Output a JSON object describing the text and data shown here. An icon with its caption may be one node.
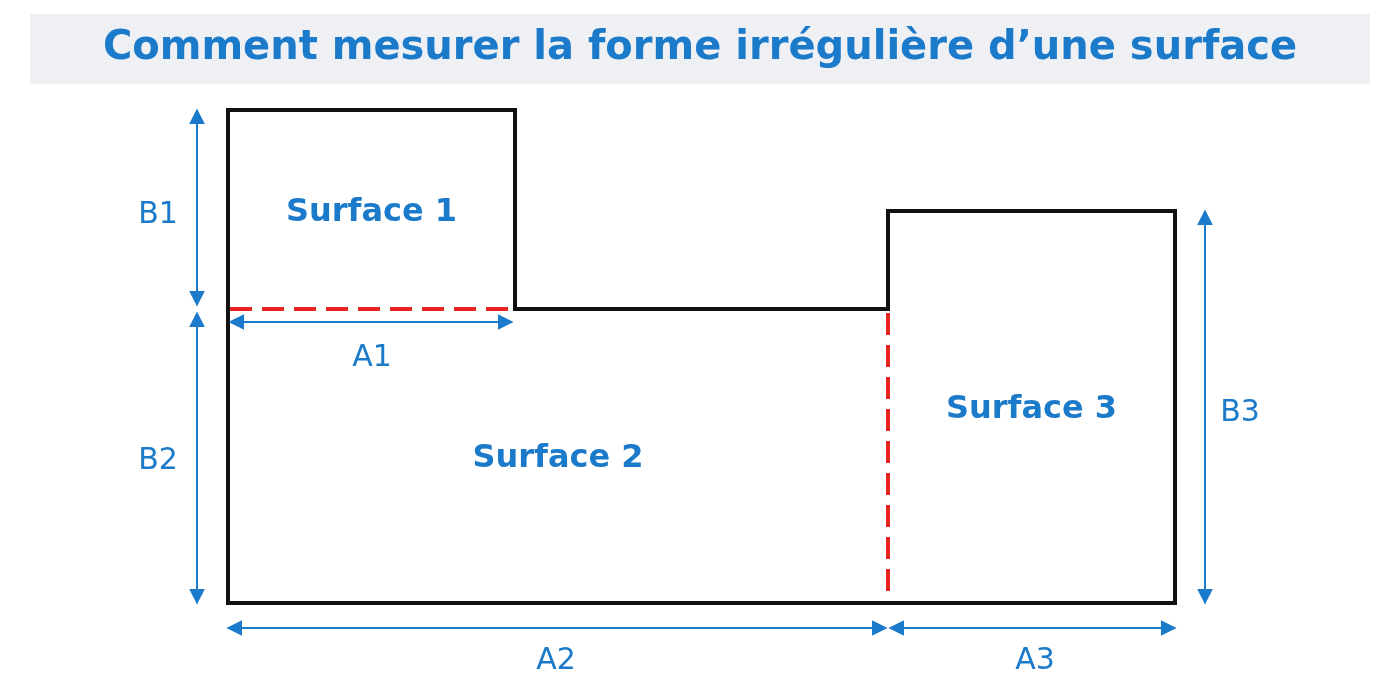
{
  "diagram": {
    "title": "Comment mesurer la forme irrégulière d’une surface",
    "nodes": [
      {
        "text": [
          "Surface 1"
        ]
      },
      {
        "text": [
          "Surface 2"
        ]
      },
      {
        "text": [
          "Surface 3"
        ]
      }
    ],
    "edges": [],
    "labels": [
      "B1",
      "A1",
      "B3",
      "B2",
      "A2",
      "A3"
    ]
  }
}
